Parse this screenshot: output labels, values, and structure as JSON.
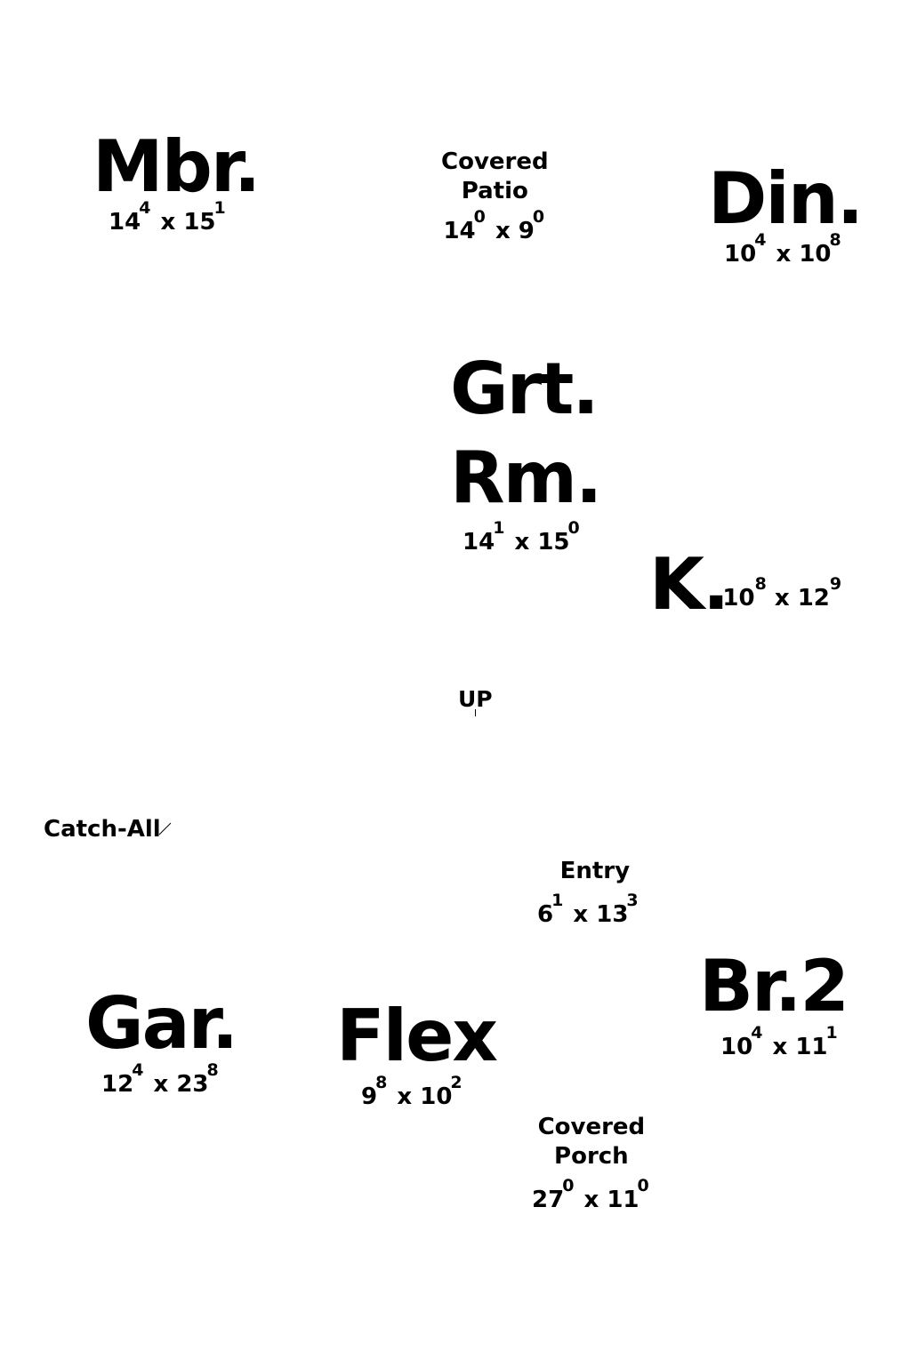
{
  "rooms": {
    "mbr": {
      "name": "Mbr.",
      "w": "14",
      "w_in": "4",
      "d": "15",
      "d_in": "1"
    },
    "patio": {
      "name_1": "Covered",
      "name_2": "Patio",
      "w": "14",
      "w_in": "0",
      "d": "9",
      "d_in": "0"
    },
    "din": {
      "name": "Din.",
      "w": "10",
      "w_in": "4",
      "d": "10",
      "d_in": "8"
    },
    "grt": {
      "name_1": "Grt.",
      "name_2": "Rm.",
      "w": "14",
      "w_in": "1",
      "d": "15",
      "d_in": "0"
    },
    "kit": {
      "name": "K.",
      "w": "10",
      "w_in": "8",
      "d": "12",
      "d_in": "9"
    },
    "entry": {
      "name": "Entry",
      "w": "6",
      "w_in": "1",
      "d": "13",
      "d_in": "3"
    },
    "br2": {
      "name": "Br.2",
      "w": "10",
      "w_in": "4",
      "d": "11",
      "d_in": "1"
    },
    "gar": {
      "name": "Gar.",
      "w": "12",
      "w_in": "4",
      "d": "23",
      "d_in": "8"
    },
    "flex": {
      "name": "Flex",
      "w": "9",
      "w_in": "8",
      "d": "10",
      "d_in": "2"
    },
    "porch": {
      "name_1": "Covered",
      "name_2": "Porch",
      "w": "27",
      "w_in": "0",
      "d": "11",
      "d_in": "0"
    }
  },
  "labels": {
    "up": "UP",
    "catch_all": "Catch-All",
    "times": "x"
  }
}
